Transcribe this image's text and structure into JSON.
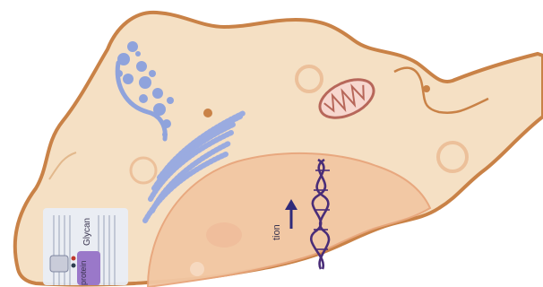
{
  "labels": {
    "glycan": "Glycan",
    "protein": "protein",
    "transcription": "tion"
  },
  "colors": {
    "cytoplasm": "#f5e0c4",
    "membrane": "#c98247",
    "nucleus": "#f2c7a3",
    "golgi": "#8fa3dc",
    "er": "#9aabe0",
    "mito_fill": "#f7d7cf",
    "mito_cristae": "#b7675a",
    "dna": "#4a2d78",
    "protein_purple": "#9a78c9",
    "panel": "#e9edf5"
  }
}
